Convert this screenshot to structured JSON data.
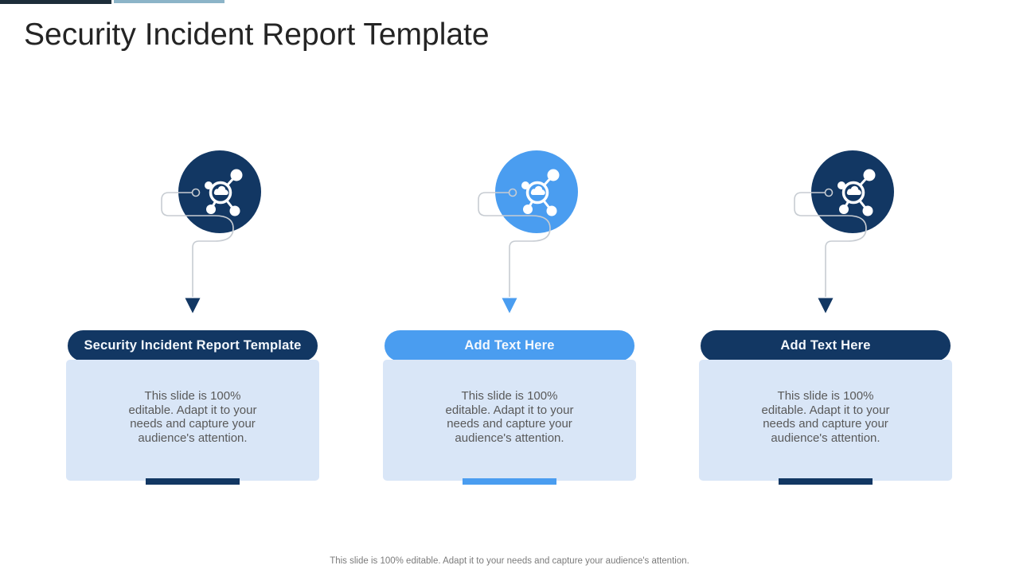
{
  "page": {
    "title": "Security Incident Report Template",
    "footer": "This slide is 100% editable. Adapt it to your needs and capture your audience's attention.",
    "colors": {
      "navy": "#123763",
      "blue": "#4a9df0",
      "card_bg": "#d9e6f7",
      "body_text": "#595959",
      "topbar_dark": "#1d2d3a",
      "topbar_light": "#8cb4c8",
      "connector_gray": "#c7ccd2"
    },
    "columns": [
      {
        "theme": "navy",
        "header": "Security Incident Report Template",
        "body_lines": [
          "This slide is 100%",
          "editable. Adapt it to your",
          "needs and capture your",
          "audience's attention."
        ]
      },
      {
        "theme": "blue",
        "header": "Add Text Here",
        "body_lines": [
          "This slide is 100%",
          "editable. Adapt it to your",
          "needs and capture your",
          "audience's attention."
        ]
      },
      {
        "theme": "navy",
        "header": "Add Text Here",
        "body_lines": [
          "This slide is 100%",
          "editable. Adapt it to your",
          "needs and capture your",
          "audience's attention."
        ]
      }
    ]
  }
}
